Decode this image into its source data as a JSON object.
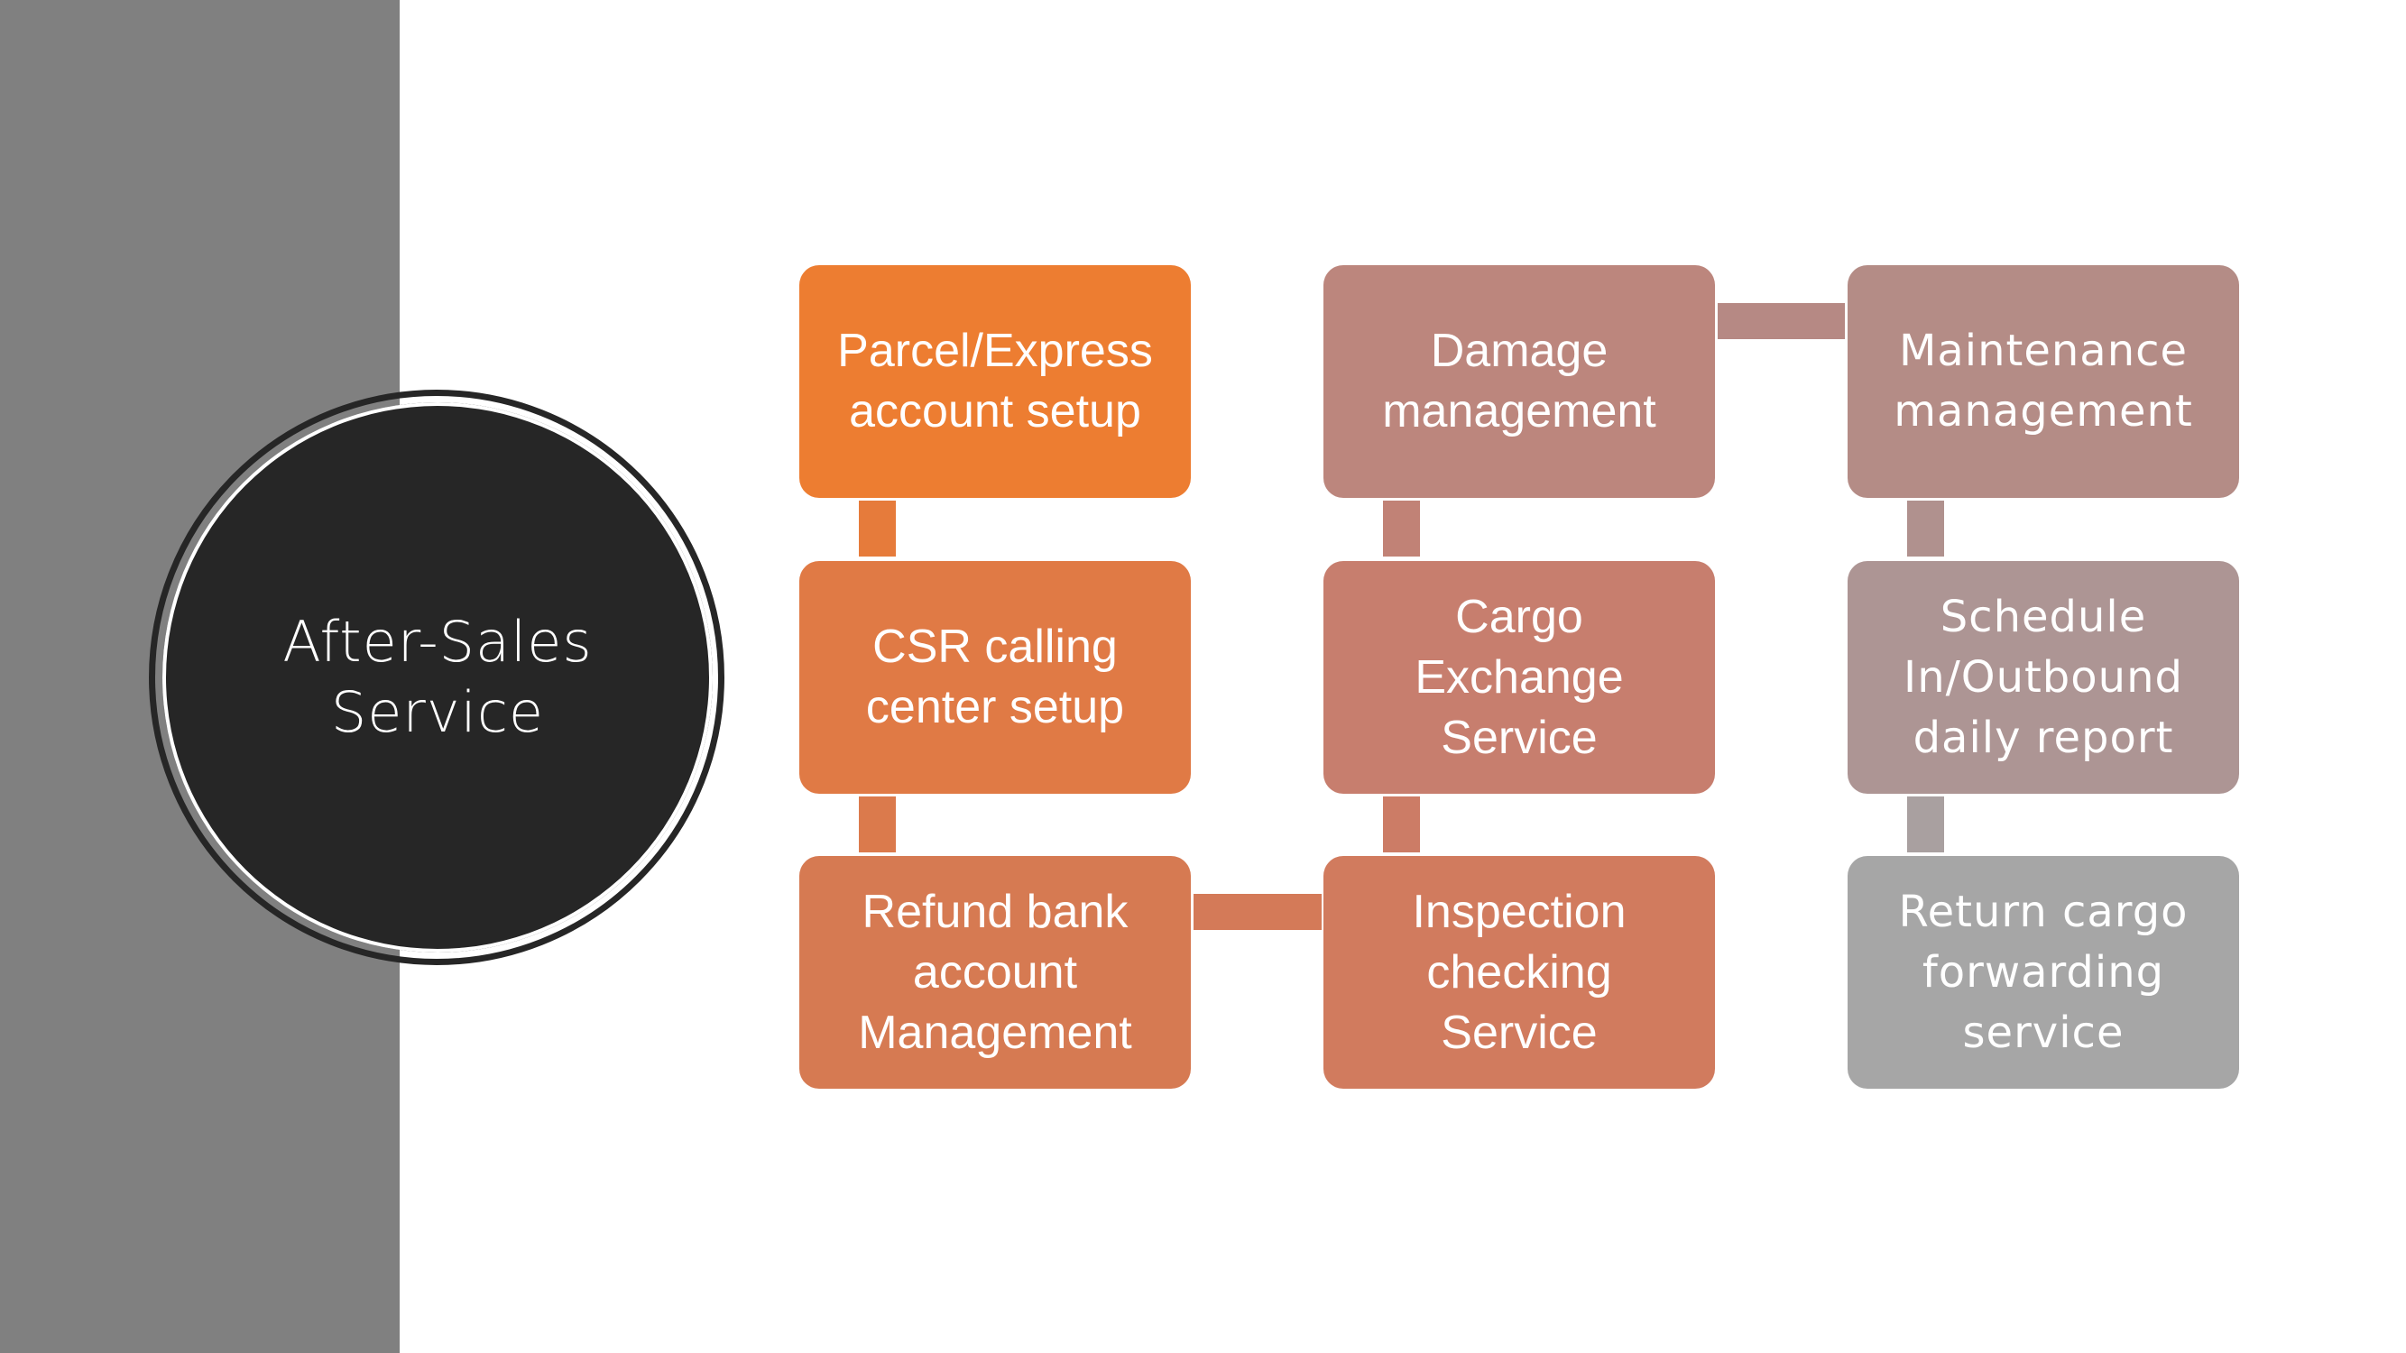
{
  "hub": {
    "title": "After-Sales Service"
  },
  "colors": {
    "sidebar": "#808080",
    "hub": "#262626",
    "accent": "#ED7D31"
  },
  "steps": [
    {
      "label": "Parcel/Express account setup",
      "color": "#ED7D31"
    },
    {
      "label": "CSR calling center setup",
      "color": "#E07A45"
    },
    {
      "label": "Refund bank account Management",
      "color": "#D67A52"
    },
    {
      "label": "Inspection checking Service",
      "color": "#D17B5E"
    },
    {
      "label": "Cargo Exchange Service",
      "color": "#C77E6E"
    },
    {
      "label": "Damage management",
      "color": "#BC867D"
    },
    {
      "label": "Maintenance management",
      "color": "#B48C86"
    },
    {
      "label": "Schedule In/Outbound daily report",
      "color": "#AD9594"
    },
    {
      "label": "Return cargo forwarding service",
      "color": "#A6A6A6"
    }
  ],
  "connectors": [
    {
      "from": 0,
      "to": 1,
      "color": "#E67B3B"
    },
    {
      "from": 1,
      "to": 2,
      "color": "#DB7A4C"
    },
    {
      "from": 2,
      "to": 3,
      "color": "#D47A58"
    },
    {
      "from": 3,
      "to": 4,
      "color": "#CC7C66"
    },
    {
      "from": 4,
      "to": 5,
      "color": "#C18276"
    },
    {
      "from": 5,
      "to": 6,
      "color": "#B68984"
    },
    {
      "from": 6,
      "to": 7,
      "color": "#B0918E"
    },
    {
      "from": 7,
      "to": 8,
      "color": "#A9A0A0"
    }
  ]
}
